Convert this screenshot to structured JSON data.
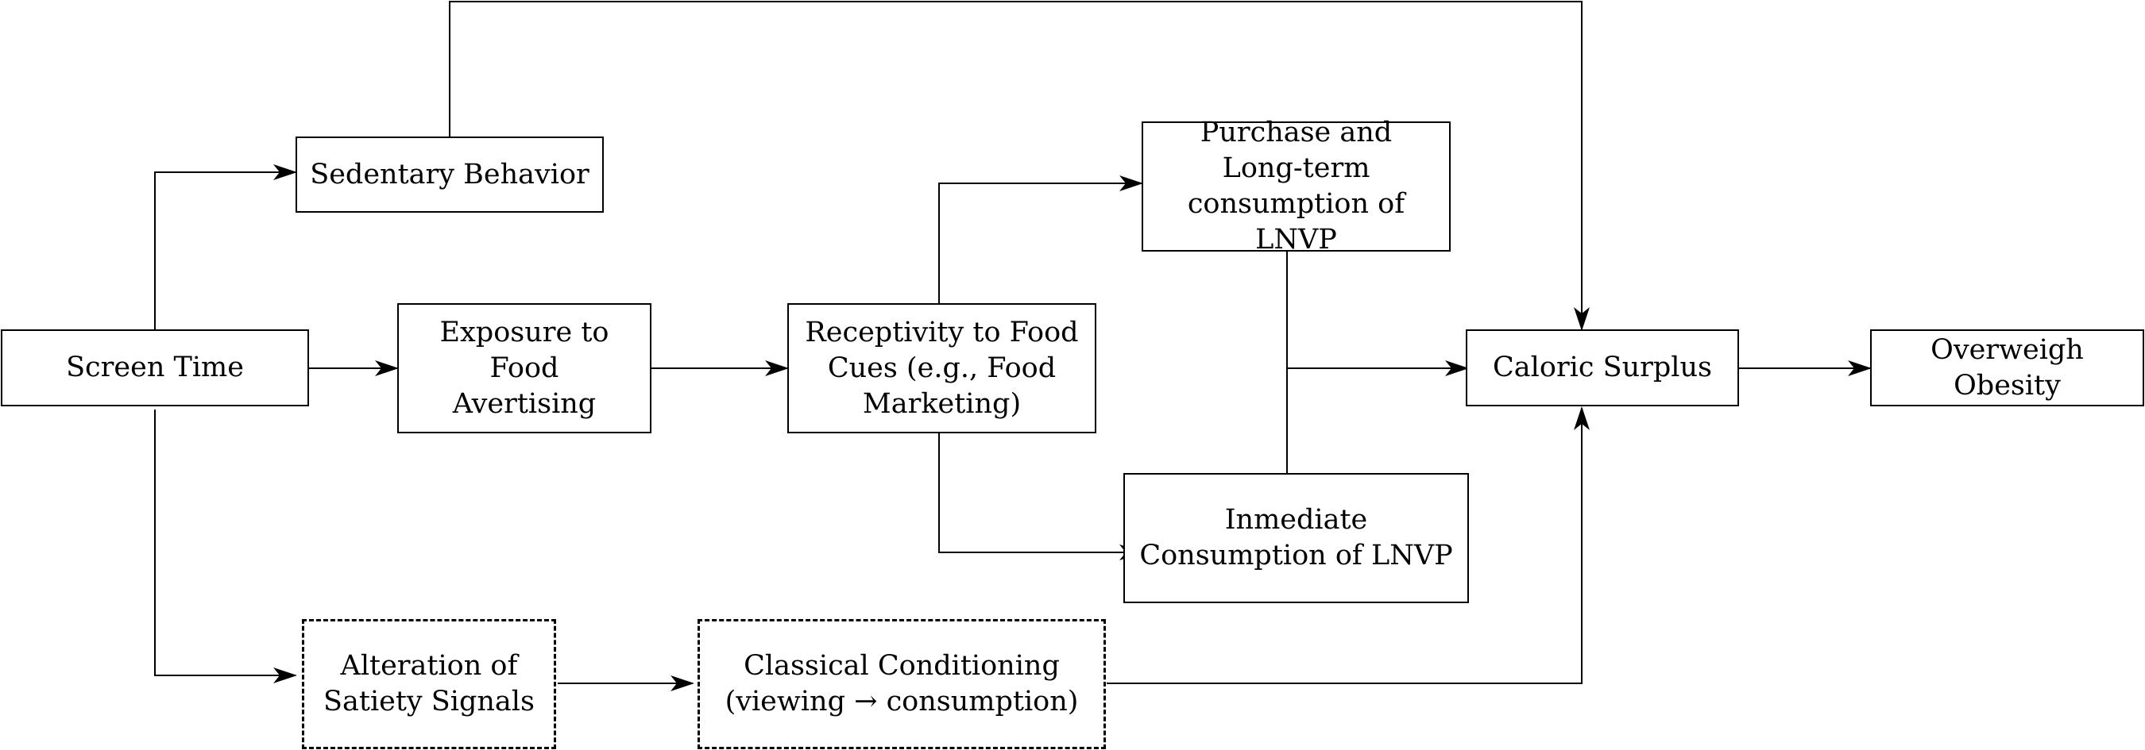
{
  "diagram": {
    "line_color": "#000000",
    "nodes": {
      "screen_time": {
        "label": "Screen Time"
      },
      "sedentary": {
        "label": "Sedentary Behavior"
      },
      "exposure": {
        "label": "Exposure to Food\nAvertising"
      },
      "receptivity": {
        "label": "Receptivity to Food\nCues (e.g., Food\nMarketing)"
      },
      "purchase": {
        "label": "Purchase and\nLong-term\nconsumption of LNVP"
      },
      "immediate": {
        "label": "Inmediate\nConsumption of LNVP"
      },
      "caloric": {
        "label": "Caloric Surplus"
      },
      "obesity": {
        "label": "Overweigh Obesity"
      },
      "satiety": {
        "label": "Alteration of\nSatiety Signals"
      },
      "conditioning": {
        "label": "Classical Conditioning\n(viewing → consumption)"
      }
    }
  }
}
